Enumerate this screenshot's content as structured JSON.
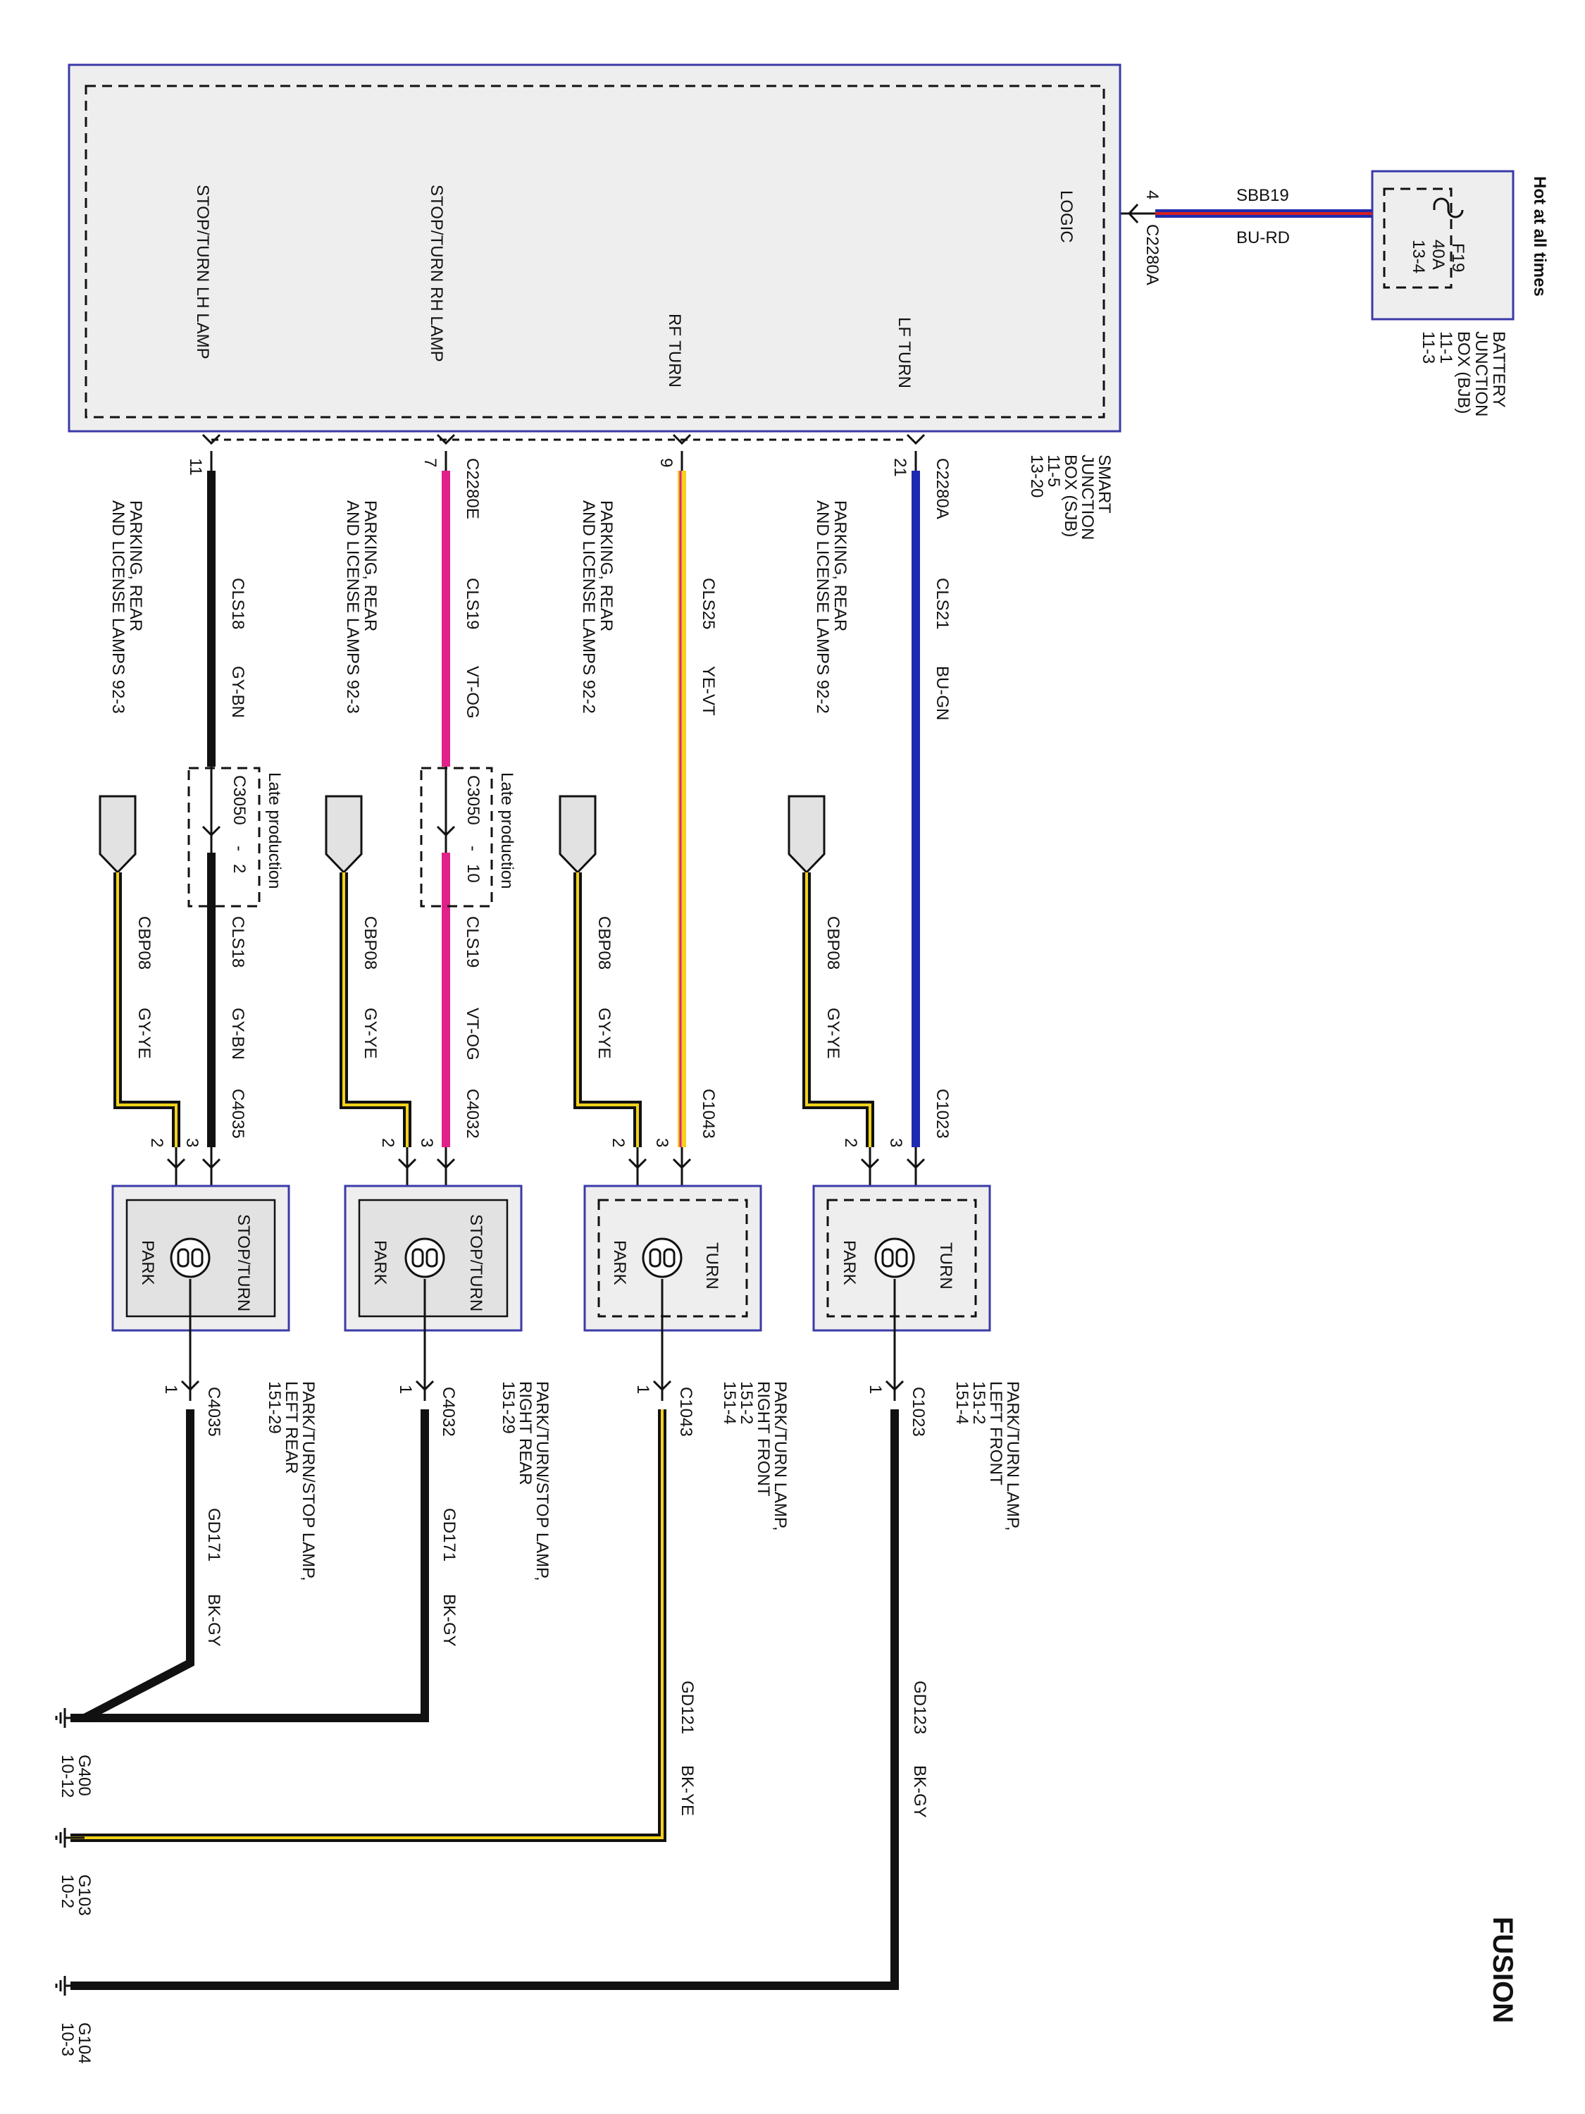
{
  "page": {
    "title": "FUSION"
  },
  "colors": {
    "module_border": "#3a3aa8",
    "wire_bk": "#111111",
    "wire_bu": "#1f2bb0",
    "wire_vt": "#e0218a",
    "wire_ye": "#f2d21b",
    "wire_rd": "#d42020"
  },
  "bjb": {
    "hot_label": "Hot at all times",
    "fuse": "F19",
    "fuse_amp": "40A",
    "fuse_ref": "13-4",
    "name_1": "BATTERY",
    "name_2": "JUNCTION",
    "name_3": "BOX (BJB)",
    "ref_1": "11-1",
    "ref_2": "11-3"
  },
  "supply_wire": {
    "circuit": "SBB19",
    "color": "BU-RD",
    "pin": "4",
    "connector": "C2280A"
  },
  "sjb": {
    "logic_label": "LOGIC",
    "name_1": "SMART",
    "name_2": "JUNCTION",
    "name_3": "BOX (SJB)",
    "ref_1": "11-5",
    "ref_2": "13-20",
    "outputs": [
      {
        "label": "LF TURN",
        "pin": "21",
        "connector": "C2280A"
      },
      {
        "label": "RF TURN",
        "pin": "9",
        "connector": ""
      },
      {
        "label": "STOP/TURN RH LAMP",
        "pin": "7",
        "connector": "C2280E"
      },
      {
        "label": "STOP/TURN LH LAMP",
        "pin": "11",
        "connector": ""
      }
    ]
  },
  "feed_circuits": [
    {
      "circuit": "CLS21",
      "color": "BU-GN",
      "ref_1": "PARKING, REAR",
      "ref_2": "AND LICENSE LAMPS  92-2"
    },
    {
      "circuit": "CLS25",
      "color": "YE-VT",
      "ref_1": "PARKING, REAR",
      "ref_2": "AND LICENSE LAMPS  92-2"
    },
    {
      "circuit": "CLS19",
      "color": "VT-OG",
      "ref_1": "PARKING, REAR",
      "ref_2": "AND LICENSE LAMPS  92-3",
      "late_note": "Late production",
      "late_connector": "C3050",
      "late_pin": "10",
      "circuit_2": "CLS19",
      "color_2": "VT-OG"
    },
    {
      "circuit": "CLS18",
      "color": "GY-BN",
      "ref_1": "PARKING, REAR",
      "ref_2": "AND LICENSE LAMPS  92-3",
      "late_note": "Late production",
      "late_connector": "C3050",
      "late_pin": "2",
      "circuit_2": "CLS18",
      "color_2": "GY-BN"
    }
  ],
  "park_circuits": [
    {
      "circuit": "CBP08",
      "color": "GY-YE"
    },
    {
      "circuit": "CBP08",
      "color": "GY-YE"
    },
    {
      "circuit": "CBP08",
      "color": "GY-YE"
    },
    {
      "circuit": "CBP08",
      "color": "GY-YE"
    }
  ],
  "lamps": [
    {
      "connector": "C1023",
      "pin_park": "2",
      "pin_turn": "3",
      "pin_gnd": "1",
      "label_a": "TURN",
      "label_b": "PARK",
      "name_1": "PARK/TURN LAMP,",
      "name_2": "LEFT FRONT",
      "ref_1": "151-2",
      "ref_2": "151-4"
    },
    {
      "connector": "C1043",
      "pin_park": "2",
      "pin_turn": "3",
      "pin_gnd": "1",
      "label_a": "TURN",
      "label_b": "PARK",
      "name_1": "PARK/TURN LAMP,",
      "name_2": "RIGHT FRONT",
      "ref_1": "151-2",
      "ref_2": "151-4"
    },
    {
      "connector": "C4032",
      "pin_park": "2",
      "pin_turn": "3",
      "pin_gnd": "1",
      "label_a": "STOP/TURN",
      "label_b": "PARK",
      "name_1": "PARK/TURN/STOP LAMP,",
      "name_2": "RIGHT REAR",
      "ref_1": "151-29",
      "ref_2": ""
    },
    {
      "connector": "C4035",
      "pin_park": "2",
      "pin_turn": "3",
      "pin_gnd": "1",
      "label_a": "STOP/TURN",
      "label_b": "PARK",
      "name_1": "PARK/TURN/STOP LAMP,",
      "name_2": "LEFT REAR",
      "ref_1": "151-29",
      "ref_2": ""
    }
  ],
  "ground_circuits": [
    {
      "circuit": "GD123",
      "color": "BK-GY"
    },
    {
      "circuit": "GD121",
      "color": "BK-YE"
    },
    {
      "circuit": "GD171",
      "color": "BK-GY"
    },
    {
      "circuit": "GD171",
      "color": "BK-GY"
    }
  ],
  "grounds": [
    {
      "name": "G104",
      "ref": "10-3"
    },
    {
      "name": "G103",
      "ref": "10-2"
    },
    {
      "name": "G400",
      "ref": "10-12"
    }
  ]
}
